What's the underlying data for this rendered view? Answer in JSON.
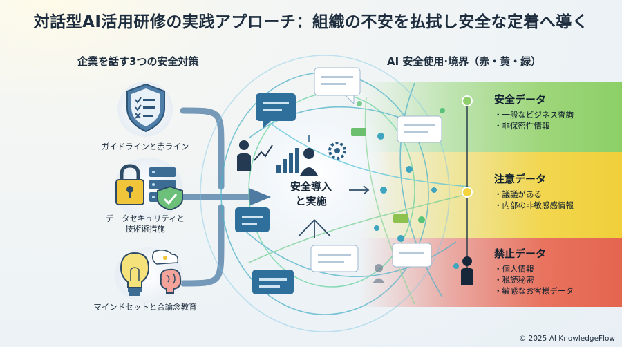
{
  "title": "対話型AI活用研修の実践アプローチ：組織の不安を払拭し安全な定着へ導く",
  "left_section": {
    "title": "企業を話す3つの安全対策",
    "items": [
      {
        "label": "ガイドラインと赤ライン",
        "icon": "shield-checklist-icon"
      },
      {
        "label": "データセキュリティと 技術術措施",
        "line1": "データセキュリティと",
        "line2": "技術術措施",
        "icon": "lock-server-icon"
      },
      {
        "label": "マインドセットと合論念教育",
        "icon": "lightbulb-brain-icon"
      }
    ]
  },
  "center": {
    "line1": "安全導入",
    "line2": "と実施"
  },
  "right_section": {
    "title": "AI 安全使用·境界（赤・黄・緑）",
    "zones": [
      {
        "name": "安全データ",
        "color": "#8ccf67",
        "items": [
          "・一般なビジネス査詢",
          "・非保密性情報"
        ]
      },
      {
        "name": "注意データ",
        "color": "#f0cf3a",
        "items": [
          "・議議がある",
          "・内部の非敏感感情報"
        ]
      },
      {
        "name": "禁止データ",
        "color": "#e4654f",
        "items": [
          "・個人情報",
          "・税読秘密",
          "・敏感なお客様データ"
        ]
      }
    ]
  },
  "footer": {
    "copyright": "© 2025 AI KnowledgeFlow"
  }
}
